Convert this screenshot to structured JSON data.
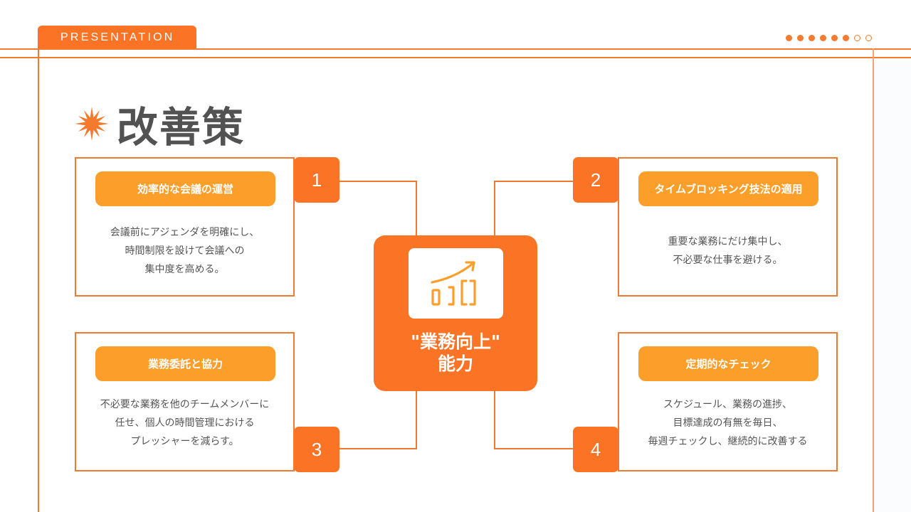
{
  "header": {
    "tab_label": "PRESENTATION",
    "progress_dots": {
      "total": 8,
      "filled": 6
    }
  },
  "title": {
    "icon": "starburst-icon",
    "text": "改善策"
  },
  "colors": {
    "accent": "#fb7324",
    "pill": "#fb9e2a",
    "title_text": "#525252",
    "body_text": "#555555"
  },
  "center": {
    "icon": "growth-chart-icon",
    "label_line1": "\"業務向上\"",
    "label_line2": "能力"
  },
  "items": [
    {
      "number": "1",
      "title": "効率的な会議の運営",
      "lines": [
        "会議前にアジェンダを明確にし、",
        "時間制限を設けて会議への",
        "集中度を高める。"
      ]
    },
    {
      "number": "2",
      "title": "タイムブロッキング技法の適用",
      "lines": [
        "重要な業務にだけ集中し、",
        "不必要な仕事を避ける。"
      ]
    },
    {
      "number": "3",
      "title": "業務委託と協力",
      "lines": [
        "不必要な業務を他のチームメンバーに",
        "任せ、個人の時間管理における",
        "プレッシャーを減らす。"
      ]
    },
    {
      "number": "4",
      "title": "定期的なチェック",
      "lines": [
        "スケジュール、業務の進捗、",
        "目標達成の有無を毎日、",
        "毎週チェックし、継続的に改善する"
      ]
    }
  ]
}
